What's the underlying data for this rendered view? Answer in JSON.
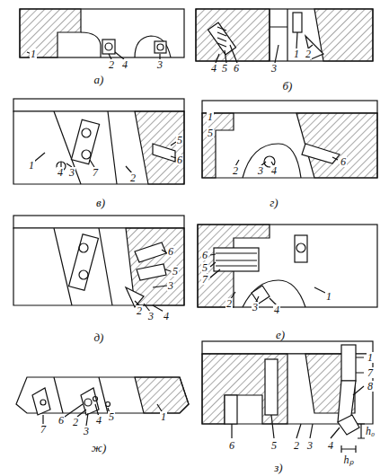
{
  "diagram": {
    "labels": [
      "1",
      "2",
      "4",
      "3",
      "а)",
      "4",
      "5",
      "6",
      "3",
      "1",
      "2",
      "б)",
      "5",
      "6",
      "1",
      "4",
      "3",
      "7",
      "2",
      "в)",
      "1",
      "5",
      "2",
      "3",
      "4",
      "6",
      "г)",
      "6",
      "5",
      "3",
      "2",
      "3",
      "4",
      "д)",
      "6",
      "5",
      "7",
      "2",
      "3",
      "4",
      "1",
      "е)",
      "7",
      "6",
      "2",
      "3",
      "4",
      "5",
      "1",
      "ж)",
      "1",
      "7",
      "8",
      "6",
      "5",
      "2",
      "3",
      "4",
      "h₀",
      "hₚ",
      "з)"
    ]
  }
}
